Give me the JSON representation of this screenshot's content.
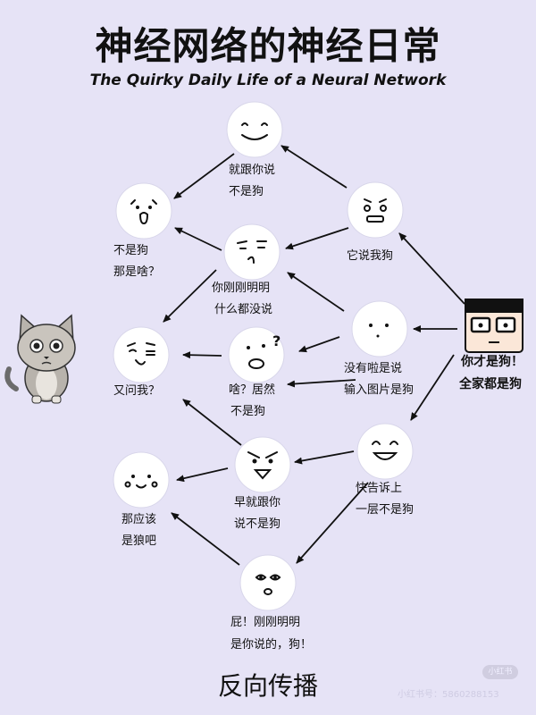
{
  "title": "神经网络的神经日常",
  "subtitle": "The Quirky Daily Life of a Neural Network",
  "footer": "反向传播",
  "watermark_badge": "小红书",
  "watermark_id": "小红书号：5860288153",
  "nodes": {
    "top_smile": [
      "就跟你说",
      "不是狗"
    ],
    "surprised": [
      "不是狗",
      "那是啥？"
    ],
    "worried": [
      "它说我狗"
    ],
    "smirk": [
      "你刚刚明明",
      "什么都没说"
    ],
    "wink": [
      "又问我？"
    ],
    "question": [
      "啥？居然",
      "不是狗"
    ],
    "neutral": [
      "没有啦是说",
      "输入图片是狗"
    ],
    "man": [
      "你才是狗！",
      "全家都是狗"
    ],
    "laugh": [
      "快告诉上",
      "一层不是狗"
    ],
    "angry": [
      "早就跟你",
      "说不是狗"
    ],
    "blush": [
      "那应该",
      "是狼吧"
    ],
    "bottom": [
      "屁！刚刚明明",
      "是你说的，狗！"
    ]
  },
  "icons": [
    "cat-icon",
    "man-with-glasses-icon"
  ]
}
